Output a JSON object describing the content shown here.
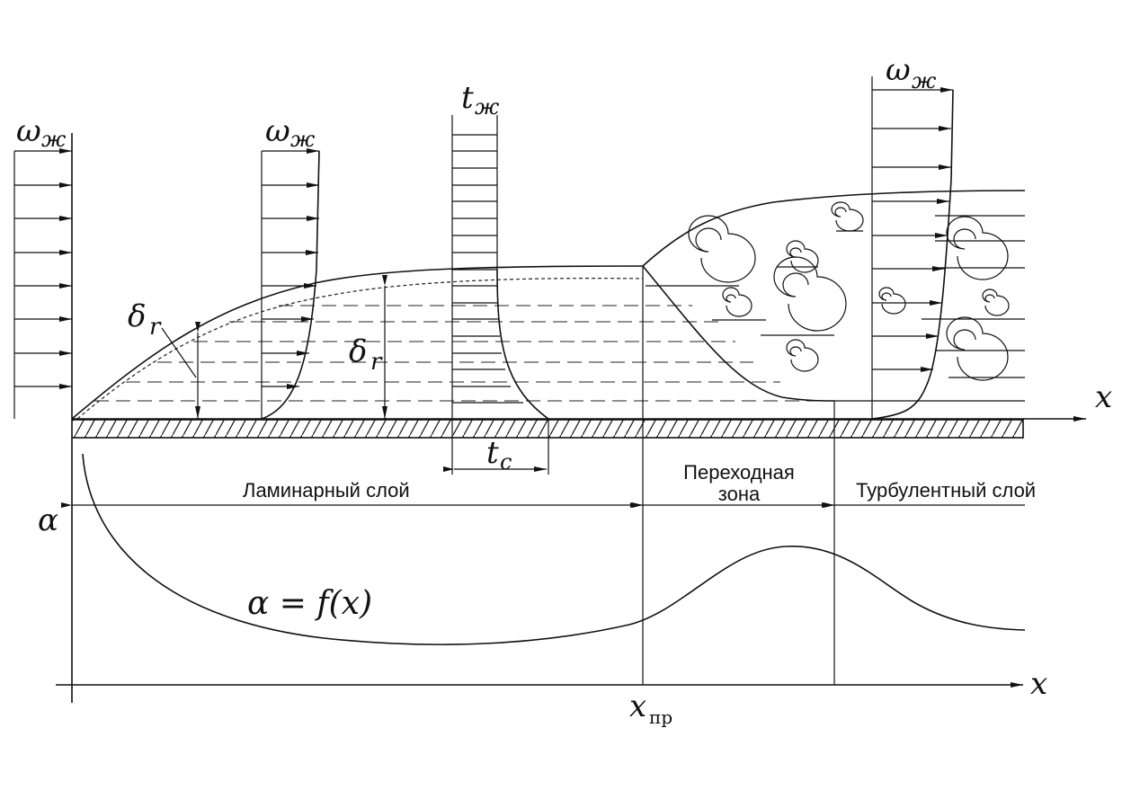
{
  "symbols": {
    "omega": "ω",
    "omega_sub": "ж",
    "t_main": "t",
    "t_sub": "ж",
    "tc_main": "t",
    "tc_sub": "с",
    "delta": "δ",
    "delta_sub": "r",
    "x_axis": "x",
    "x_pr_main": "x",
    "x_pr_sub": "пр",
    "alpha": "α",
    "alpha_eq": "α = f(x)"
  },
  "labels": {
    "laminar": "Ламинарный слой",
    "transition_line1": "Переходная",
    "transition_line2": "зона",
    "turbulent": "Турбулентный слой"
  }
}
